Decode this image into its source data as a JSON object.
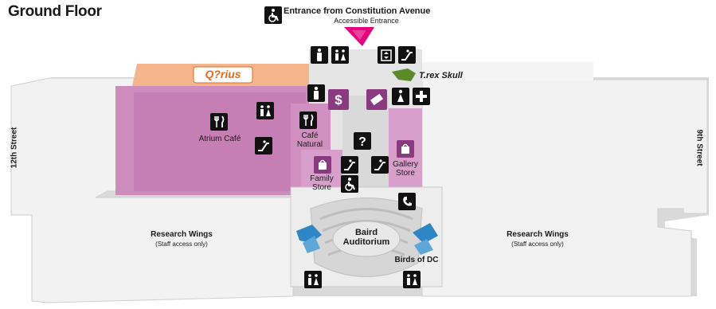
{
  "map": {
    "title": "Ground Floor",
    "entrance": {
      "title": "Entrance from Constitution Avenue",
      "subtitle": "Accessible Entrance"
    },
    "trex": "T.rex Skull",
    "qrius": "Q?rius",
    "streets": {
      "left": "12th Street",
      "right": "9th Street"
    },
    "rooms": {
      "atrium_cafe": "Atrium Café",
      "cafe_natural": "Café Natural",
      "family_store": "Family Store",
      "gallery_store": "Gallery Store",
      "baird_auditorium": "Baird Auditorium",
      "birds_of_dc": "Birds of DC"
    },
    "research_left": {
      "title": "Research Wings",
      "note": "(Staff access only)"
    },
    "research_right": {
      "title": "Research Wings",
      "note": "(Staff access only)"
    },
    "icons": [
      "accessible-icon",
      "restroom-men-icon",
      "family-restroom-icon",
      "elevator-icon",
      "escalator-icon",
      "restroom-icon",
      "atm-icon",
      "ticket-icon",
      "restroom-women-icon",
      "first-aid-icon",
      "information-icon",
      "store-icon",
      "phone-icon"
    ],
    "colors": {
      "cafe": "#cf8fbf",
      "store": "#d99fcc",
      "qrius": "#f2b089",
      "corridor": "#e6e6e6",
      "wing": "#f1f1f1",
      "entrance_arrow": "#e5007e",
      "icon": "#111111",
      "store_icon": "#8a3a7e",
      "trex": "#5a8a2a",
      "birds": "#2f86c4"
    }
  }
}
